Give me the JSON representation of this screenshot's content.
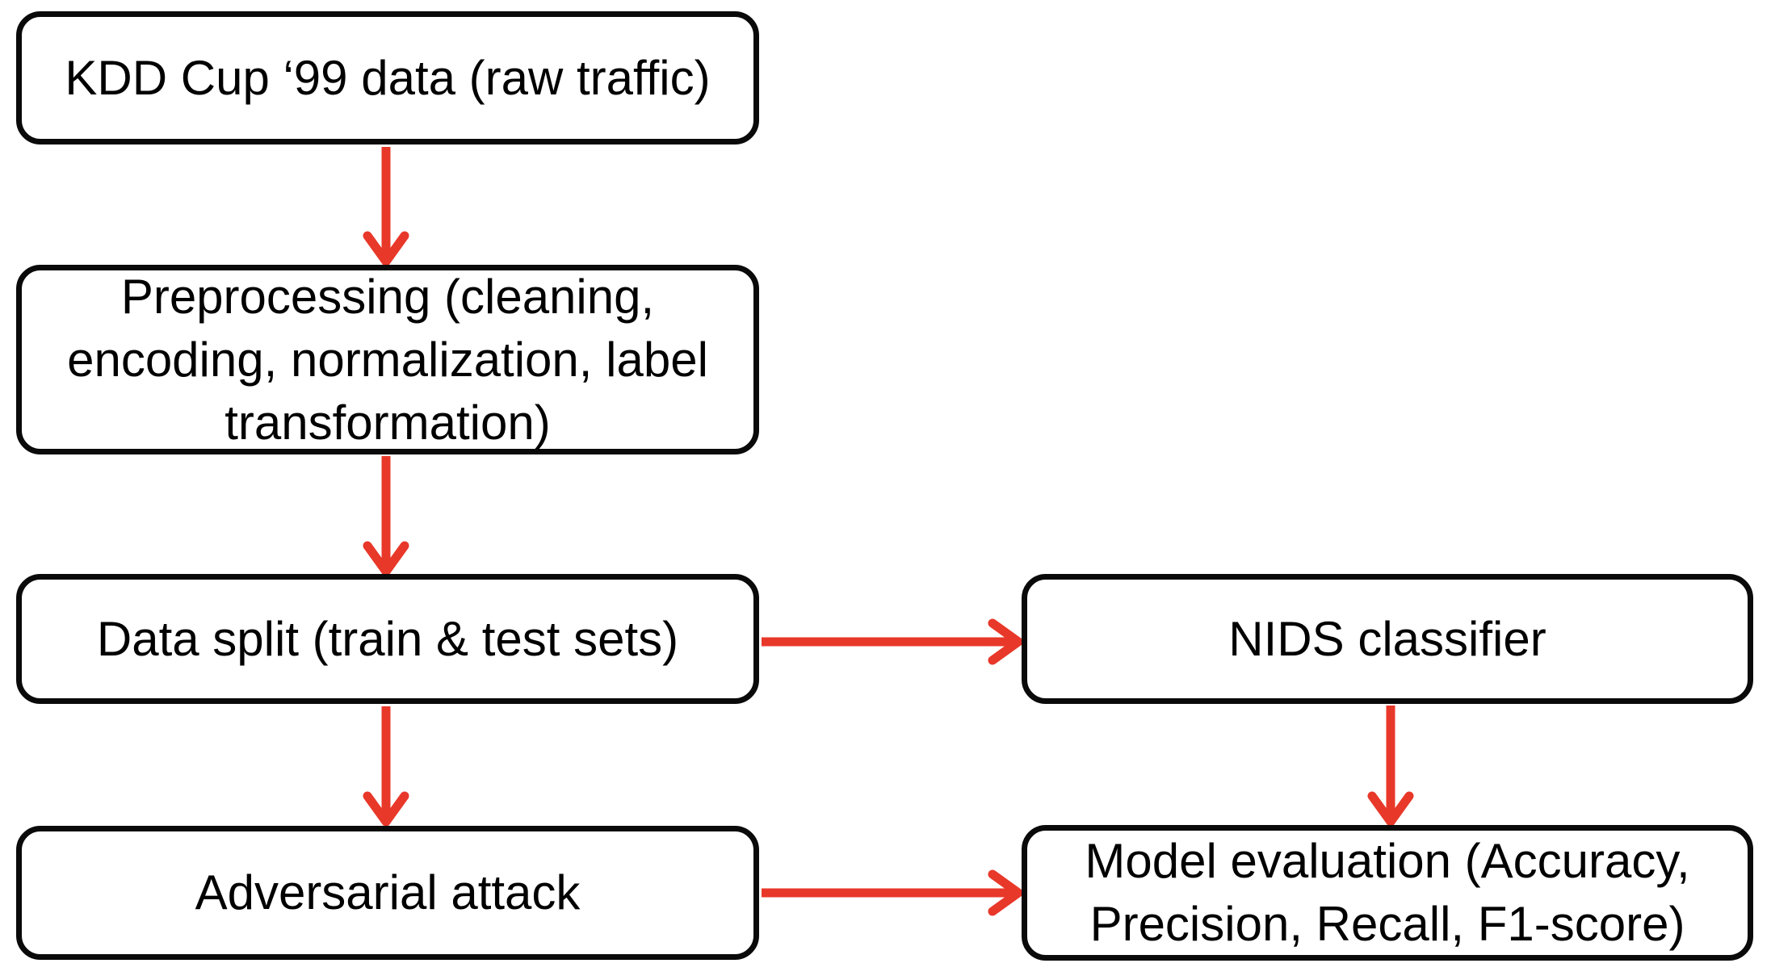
{
  "style": {
    "arrow_color": "#e8382a",
    "box_border_color": "#0a0a0a",
    "box_fill": "#ffffff",
    "text_color": "#000000",
    "canvas_background": "#ffffff"
  },
  "diagram": {
    "type": "flowchart",
    "nodes": [
      {
        "id": "kdd-data",
        "lines": [
          "KDD Cup ‘99 data (raw traffic)"
        ]
      },
      {
        "id": "preprocessing",
        "lines": [
          "Preprocessing (cleaning,",
          "encoding, normalization, label",
          "transformation)"
        ]
      },
      {
        "id": "data-split",
        "lines": [
          "Data split (train & test sets)"
        ]
      },
      {
        "id": "adversarial-attack",
        "lines": [
          "Adversarial attack"
        ]
      },
      {
        "id": "nids-classifier",
        "lines": [
          "NIDS classifier"
        ]
      },
      {
        "id": "model-evaluation",
        "lines": [
          "Model evaluation (Accuracy,",
          "Precision, Recall, F1-score)"
        ]
      }
    ],
    "edges": [
      {
        "from": "kdd-data",
        "to": "preprocessing",
        "direction": "down"
      },
      {
        "from": "preprocessing",
        "to": "data-split",
        "direction": "down"
      },
      {
        "from": "data-split",
        "to": "nids-classifier",
        "direction": "right"
      },
      {
        "from": "data-split",
        "to": "adversarial-attack",
        "direction": "down"
      },
      {
        "from": "nids-classifier",
        "to": "model-evaluation",
        "direction": "down"
      },
      {
        "from": "adversarial-attack",
        "to": "model-evaluation",
        "direction": "right"
      }
    ]
  }
}
